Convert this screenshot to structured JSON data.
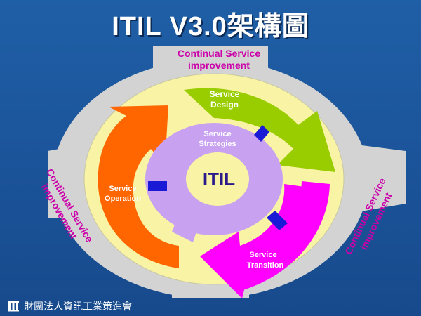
{
  "title": "ITIL V3.0架構圖",
  "footer": {
    "org_name": "財團法人資訊工業策進會"
  },
  "diagram": {
    "center_label": "ITIL",
    "core": [
      "Service",
      "Strategies"
    ],
    "design": [
      "Service",
      "Design"
    ],
    "transition": [
      "Service",
      "Transition"
    ],
    "operation": [
      "Service",
      "Operation"
    ],
    "csi_top": [
      "Continual Service",
      "improvement"
    ],
    "csi_left": [
      "Continual Service",
      "improvement"
    ],
    "csi_right": [
      "Continual Service",
      "improvement"
    ]
  },
  "colors": {
    "background": "#1b5399",
    "csi_band": "#d3d3d3",
    "yellow_ring": "#f9f3a6",
    "core_ring": "#c8a2f0",
    "design": "#9acd00",
    "transition": "#ff00ff",
    "operation": "#ff6600",
    "connector": "#1a1ad6",
    "csi_text": "#cc00aa"
  }
}
